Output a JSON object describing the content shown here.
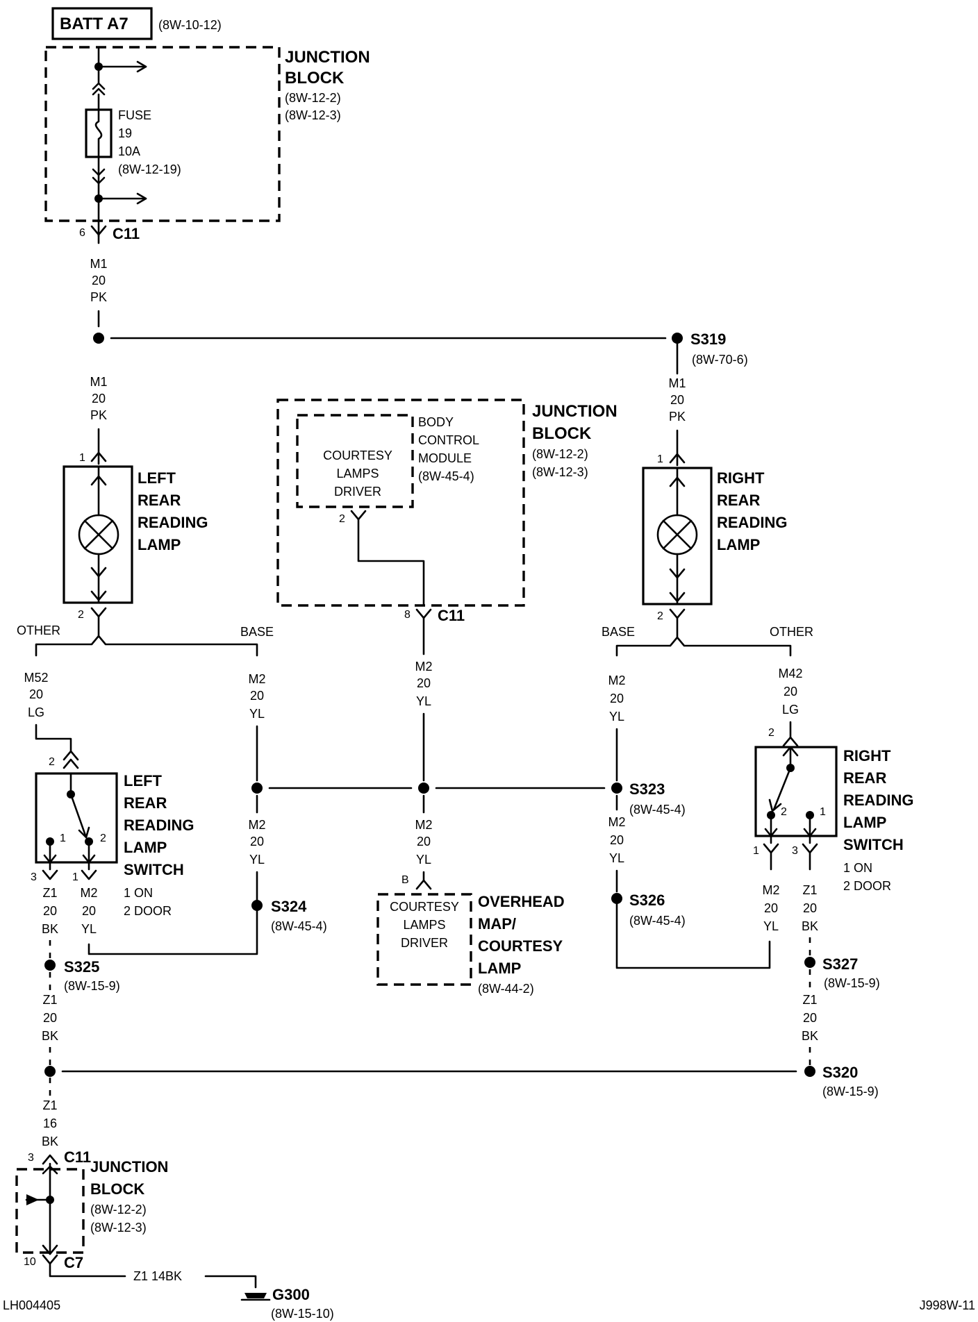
{
  "source": {
    "label": "BATT A7",
    "ref": "(8W-10-12)"
  },
  "junction_block_top": {
    "title1": "JUNCTION",
    "title2": "BLOCK",
    "ref1": "(8W-12-2)",
    "ref2": "(8W-12-3)"
  },
  "fuse": {
    "name": "FUSE",
    "number": "19",
    "rating": "10A",
    "ref": "(8W-12-19)"
  },
  "connectors": {
    "c11": "C11",
    "c7": "C7"
  },
  "pins": {
    "p1": "1",
    "p2": "2",
    "p3": "3",
    "p6": "6",
    "p8": "8",
    "p10": "10",
    "pB": "B"
  },
  "wires": {
    "m1_20_pk": [
      "M1",
      "20",
      "PK"
    ],
    "m2_20_yl": [
      "M2",
      "20",
      "YL"
    ],
    "m52_20_lg": [
      "M52",
      "20",
      "LG"
    ],
    "m42_20_lg": [
      "M42",
      "20",
      "LG"
    ],
    "z1_20_bk": [
      "Z1",
      "20",
      "BK"
    ],
    "z1_16_bk": [
      "Z1",
      "16",
      "BK"
    ],
    "z1_14bk": "Z1  14BK"
  },
  "splices": {
    "s319": {
      "label": "S319",
      "ref": "(8W-70-6)"
    },
    "s323": {
      "label": "S323",
      "ref": "(8W-45-4)"
    },
    "s324": {
      "label": "S324",
      "ref": "(8W-45-4)"
    },
    "s325": {
      "label": "S325",
      "ref": "(8W-15-9)"
    },
    "s326": {
      "label": "S326",
      "ref": "(8W-45-4)"
    },
    "s327": {
      "label": "S327",
      "ref": "(8W-15-9)"
    },
    "s320": {
      "label": "S320",
      "ref": "(8W-15-9)"
    }
  },
  "options": {
    "other": "OTHER",
    "base": "BASE"
  },
  "left_lamp": {
    "line1": "LEFT",
    "line2": "REAR",
    "line3": "READING",
    "line4": "LAMP"
  },
  "right_lamp": {
    "line1": "RIGHT",
    "line2": "REAR",
    "line3": "READING",
    "line4": "LAMP"
  },
  "junction_block_mid": {
    "title1": "JUNCTION",
    "title2": "BLOCK",
    "ref1": "(8W-12-2)",
    "ref2": "(8W-12-3)"
  },
  "bcm": {
    "line1": "BODY",
    "line2": "CONTROL",
    "line3": "MODULE",
    "ref": "(8W-45-4)"
  },
  "courtesy_driver": {
    "line1": "COURTESY",
    "line2": "LAMPS",
    "line3": "DRIVER"
  },
  "left_switch": {
    "line1": "LEFT",
    "line2": "REAR",
    "line3": "READING",
    "line4": "LAMP",
    "line5": "SWITCH",
    "pos1": "1 ON",
    "pos2": "2 DOOR"
  },
  "right_switch": {
    "line1": "RIGHT",
    "line2": "REAR",
    "line3": "READING",
    "line4": "LAMP",
    "line5": "SWITCH",
    "pos1": "1 ON",
    "pos2": "2 DOOR"
  },
  "overhead": {
    "line1": "OVERHEAD",
    "line2": "MAP/",
    "line3": "COURTESY",
    "line4": "LAMP",
    "ref": "(8W-44-2)"
  },
  "junction_block_bottom": {
    "title1": "JUNCTION",
    "title2": "BLOCK",
    "ref1": "(8W-12-2)",
    "ref2": "(8W-12-3)"
  },
  "ground": {
    "label": "G300",
    "ref": "(8W-15-10)"
  },
  "footer": {
    "left_code": "LH004405",
    "right_code": "J998W-11"
  }
}
